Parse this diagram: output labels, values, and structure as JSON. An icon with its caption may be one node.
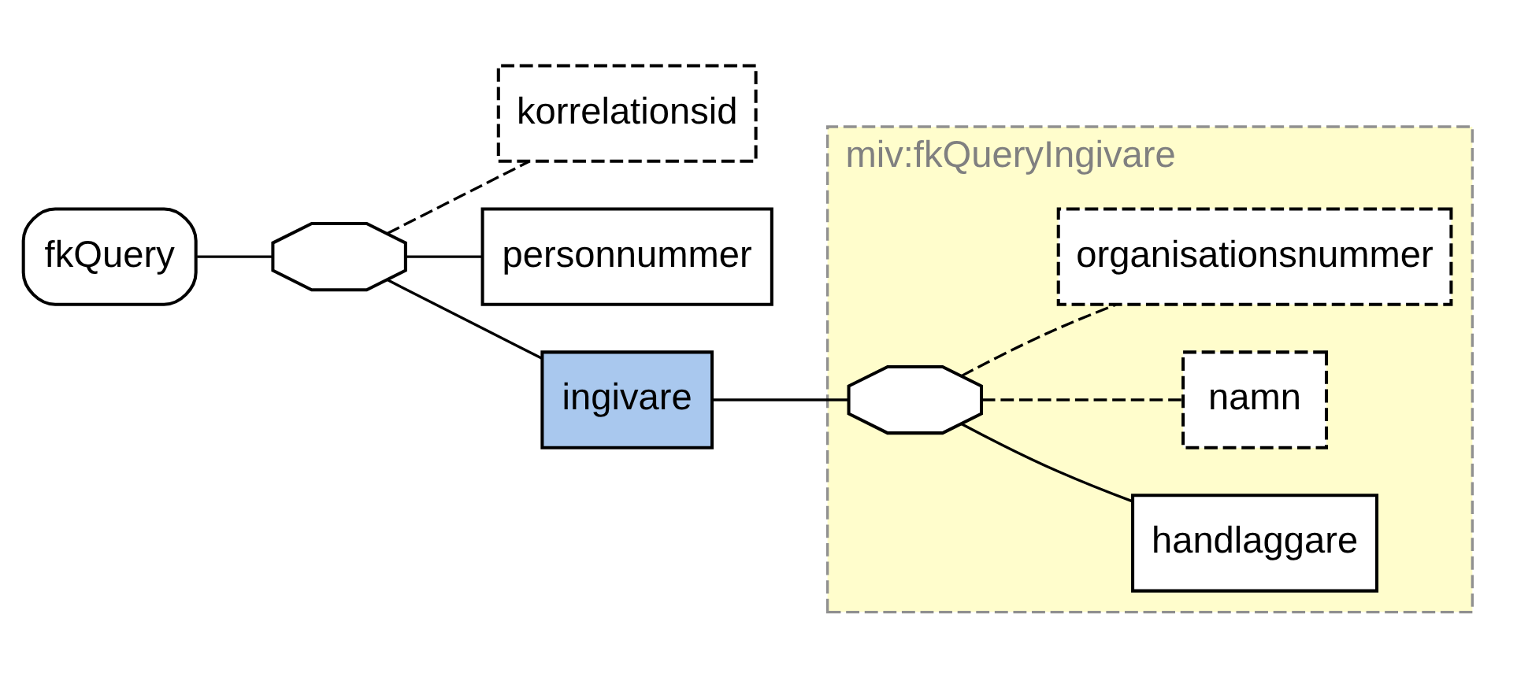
{
  "diagram": {
    "nodes": [
      {
        "text": [
          "fkQuery"
        ]
      },
      {
        "text": [],
        "shape": "octagon"
      },
      {
        "text": [
          "korrelationsid"
        ]
      },
      {
        "text": [
          "personnummer"
        ]
      },
      {
        "text": [
          "ingivare"
        ]
      },
      {
        "text": [
          "miv:fkQueryIngivare"
        ]
      },
      {
        "text": [],
        "shape": "octagon",
        "in": 5
      },
      {
        "text": [
          "handlaggare"
        ],
        "in": 5
      },
      {
        "text": [
          "namn"
        ],
        "in": 5
      },
      {
        "text": [
          "organisationsnummer"
        ],
        "in": 5
      }
    ],
    "edges": [
      {
        "from": 0,
        "to": 1,
        "arrow": "none"
      },
      {
        "from": 1,
        "to": 2,
        "arrow": "none",
        "style": "dashed"
      },
      {
        "from": 1,
        "to": 3,
        "arrow": "none"
      },
      {
        "from": 1,
        "to": 4,
        "arrow": "none"
      },
      {
        "from": 4,
        "to": 6,
        "arrow": "none"
      },
      {
        "from": 6,
        "to": 7,
        "arrow": "none"
      },
      {
        "from": 6,
        "to": 8,
        "arrow": "none",
        "style": "dashed"
      },
      {
        "from": 6,
        "to": 9,
        "arrow": "none",
        "style": "dashed"
      }
    ]
  }
}
